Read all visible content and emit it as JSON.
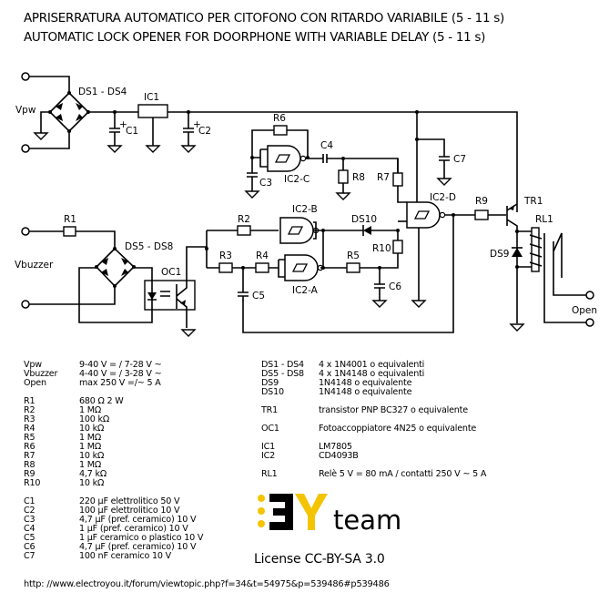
{
  "title": {
    "line1": "APRISERRATURA AUTOMATICO PER CITOFONO CON RITARDO VARIABILE (5 - 11 s)",
    "line2": "AUTOMATIC LOCK OPENER FOR DOORPHONE WITH VARIABLE DELAY (5 - 11 s)"
  },
  "schematic": {
    "labels": {
      "vpw": "Vpw",
      "ds1_ds4": "DS1 - DS4",
      "ic1": "IC1",
      "c1": "C1",
      "c2": "C2",
      "r6": "R6",
      "c4": "C4",
      "c3": "C3",
      "ic2c": "IC2-C",
      "r8": "R8",
      "r7": "R7",
      "c7": "C7",
      "ic2d": "IC2-D",
      "r9": "R9",
      "tr1": "TR1",
      "rl1": "RL1",
      "ds9": "DS9",
      "r1": "R1",
      "vbuzzer": "Vbuzzer",
      "ds5_ds8": "DS5 - DS8",
      "oc1": "OC1",
      "r2": "R2",
      "ic2b": "IC2-B",
      "ds10": "DS10",
      "r3": "R3",
      "r4": "R4",
      "r10": "R10",
      "ic2a": "IC2-A",
      "r5": "R5",
      "c5": "C5",
      "c6": "C6",
      "open": "Open"
    }
  },
  "specs": [
    {
      "key": "Vpw",
      "value": "9-40 V = / 7-28 V ~"
    },
    {
      "key": "Vbuzzer",
      "value": "4-40 V = / 3-28 V ~"
    },
    {
      "key": "Open",
      "value": "max 250 V =/~ 5 A"
    }
  ],
  "resistors": [
    {
      "key": "R1",
      "value": "680 Ω 2 W"
    },
    {
      "key": "R2",
      "value": "1 MΩ"
    },
    {
      "key": "R3",
      "value": "100 kΩ"
    },
    {
      "key": "R4",
      "value": "10 kΩ"
    },
    {
      "key": "R5",
      "value": "1 MΩ"
    },
    {
      "key": "R6",
      "value": "1 MΩ"
    },
    {
      "key": "R7",
      "value": "10 kΩ"
    },
    {
      "key": "R8",
      "value": "1 MΩ"
    },
    {
      "key": "R9",
      "value": "4,7 kΩ"
    },
    {
      "key": "R10",
      "value": "10 kΩ"
    }
  ],
  "capacitors": [
    {
      "key": "C1",
      "value": "220 µF elettrolitico 50 V"
    },
    {
      "key": "C2",
      "value": "100 µF elettrolitico 10 V"
    },
    {
      "key": "C3",
      "value": "4,7 µF (pref. ceramico) 10 V"
    },
    {
      "key": "C4",
      "value": "1 µF (pref. ceramico) 10 V"
    },
    {
      "key": "C5",
      "value": "1 µF ceramico o plastico 10 V"
    },
    {
      "key": "C6",
      "value": "4,7 µF (pref. ceramico) 10 V"
    },
    {
      "key": "C7",
      "value": "100 nF ceramico 10 V"
    }
  ],
  "semis": [
    {
      "key": "DS1 - DS4",
      "value": "4 x 1N4001 o equivalenti"
    },
    {
      "key": "DS5 - DS8",
      "value": "4 x 1N4148 o equivalenti"
    },
    {
      "key": "DS9",
      "value": "1N4148 o equivalente"
    },
    {
      "key": "DS10",
      "value": "1N4148 o equivalente"
    }
  ],
  "tr": [
    {
      "key": "TR1",
      "value": "transistor PNP BC327 o equivalente"
    }
  ],
  "oc": [
    {
      "key": "OC1",
      "value": "Fotoaccoppiatore 4N25 o equivalente"
    }
  ],
  "ics": [
    {
      "key": "IC1",
      "value": "LM7805"
    },
    {
      "key": "IC2",
      "value": "CD4093B"
    }
  ],
  "relay": [
    {
      "key": "RL1",
      "value": "Relè 5 V = 80 mA / contatti 250 V ~ 5 A"
    }
  ],
  "logo": {
    "word": "team",
    "colors": {
      "black": "#000000",
      "yellow": "#f5c400"
    }
  },
  "license": "License CC-BY-SA 3.0",
  "url": "http: //www.electroyou.it/forum/viewtopic.php?f=34&t=54975&p=539486#p539486"
}
